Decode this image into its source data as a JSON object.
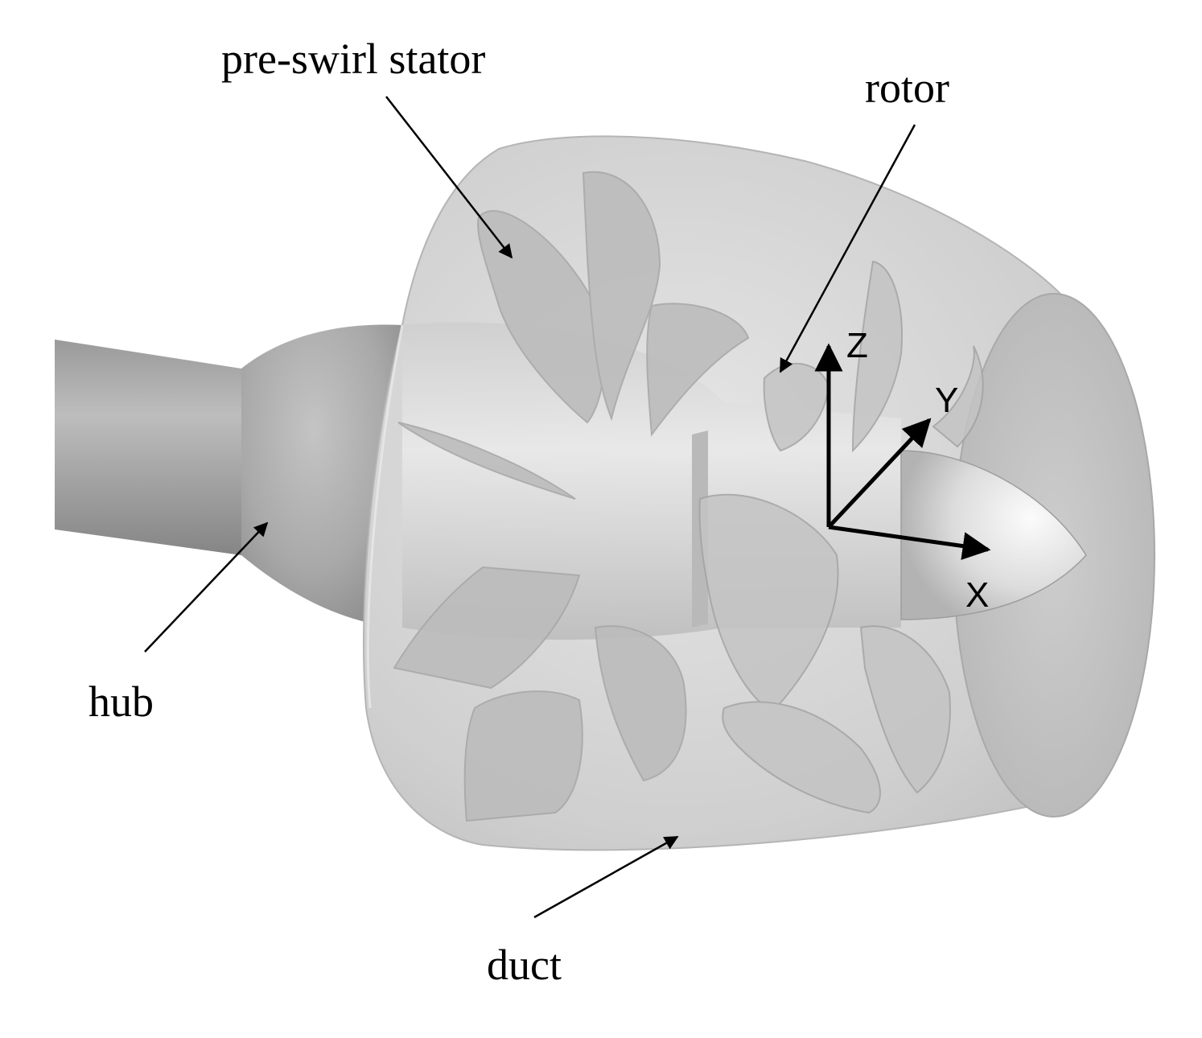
{
  "labels": {
    "stator": "pre-swirl stator",
    "rotor": "rotor",
    "hub": "hub",
    "duct": "duct"
  },
  "axes": {
    "x": "X",
    "y": "Y",
    "z": "Z"
  },
  "colors": {
    "background": "#ffffff",
    "body": "#c8c8c8",
    "duct": "#d2d2d2",
    "blade": "#bdbdbd",
    "annotation": "#000000"
  }
}
